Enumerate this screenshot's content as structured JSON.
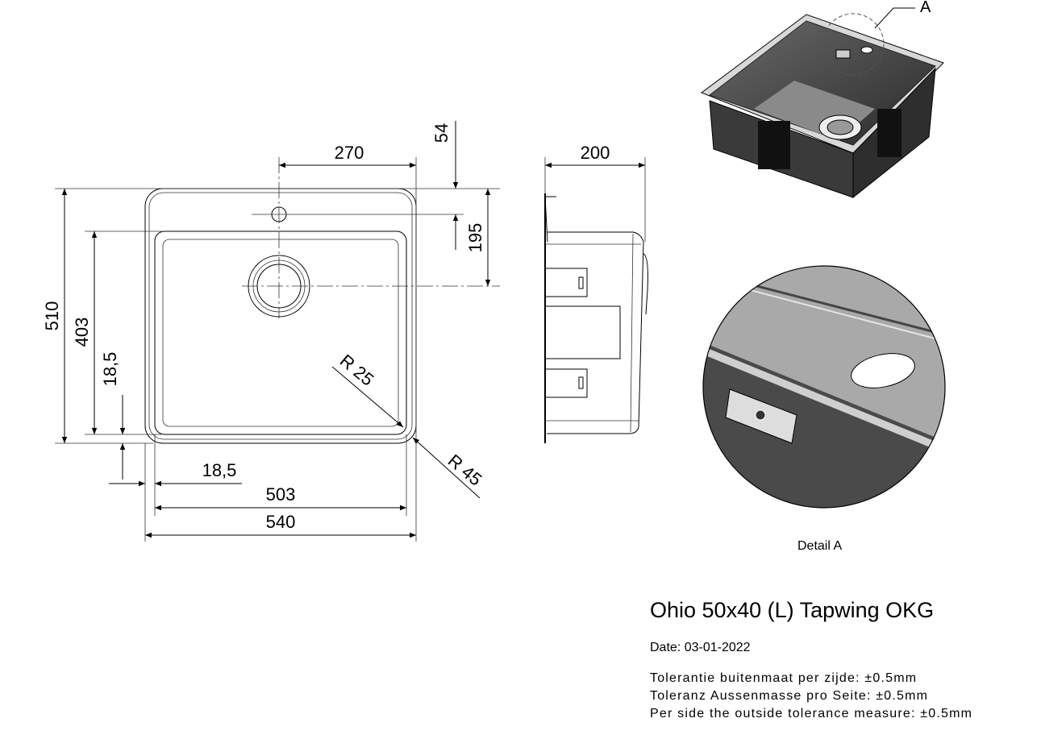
{
  "drawing": {
    "dimensions": {
      "d270": "270",
      "d54": "54",
      "d195": "195",
      "d200": "200",
      "d510": "510",
      "d403": "403",
      "d18_5_v": "18,5",
      "d18_5_h": "18,5",
      "d503": "503",
      "d540": "540",
      "r25": "R 25",
      "r45": "R 45"
    },
    "detail_marker": "A",
    "detail_label": "Detail A"
  },
  "title_block": {
    "title": "Ohio 50x40 (L) Tapwing OKG",
    "date": "Date: 03-01-2022",
    "tolerances": [
      "Tolerantie buitenmaat per zijde: ±0.5mm",
      "Toleranz Aussenmasse pro Seite: ±0.5mm",
      "Per side the outside tolerance measure: ±0.5mm"
    ]
  }
}
